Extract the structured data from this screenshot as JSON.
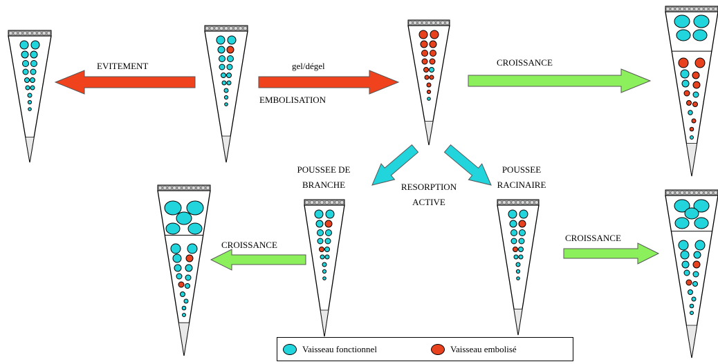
{
  "colors": {
    "functional": "#22d4dc",
    "embolized": "#e8411e",
    "arrow_embol": "#f0421c",
    "arrow_growth": "#8cf05c",
    "arrow_push": "#22d4dc",
    "cap": "#a0a0a0"
  },
  "labels": {
    "evitement": "EVITEMENT",
    "gel": "gel/dégel",
    "embolisation": "EMBOLISATION",
    "croissance_top": "CROISSANCE",
    "poussee_branche_1": "POUSSEE DE",
    "poussee_branche_2": "BRANCHE",
    "resorption_1": "RESORPTION",
    "resorption_2": "ACTIVE",
    "poussee_rac_1": "POUSSEE",
    "poussee_rac_2": "RACINAIRE",
    "croissance_left": "CROISSANCE",
    "croissance_right": "CROISSANCE"
  },
  "legend": {
    "functional": "Vaisseau fonctionnel",
    "embolized": "Vaisseau embolisé"
  }
}
